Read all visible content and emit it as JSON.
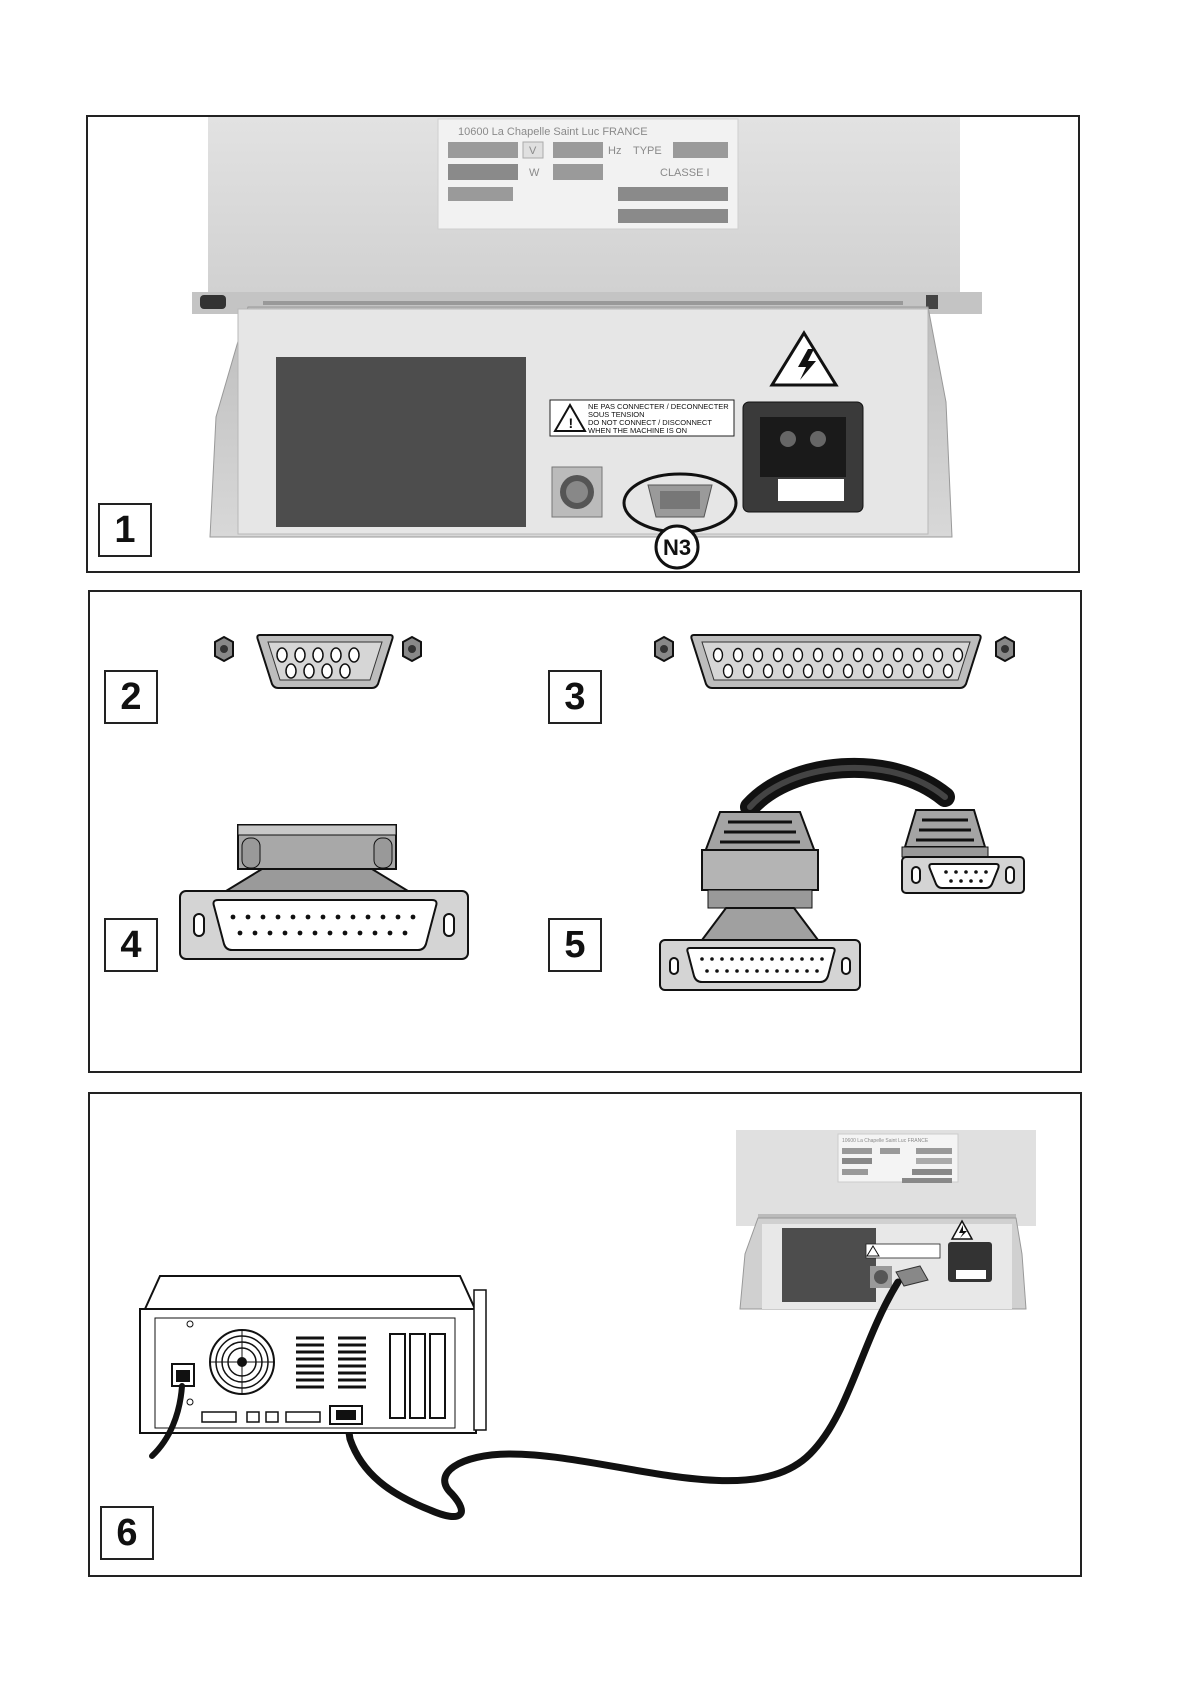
{
  "figures": [
    {
      "number": "1"
    },
    {
      "number": "2"
    },
    {
      "number": "3"
    },
    {
      "number": "4"
    },
    {
      "number": "5"
    },
    {
      "number": "6"
    }
  ],
  "panel1": {
    "plate_header": "10600 La Chapelle Saint Luc   FRANCE",
    "plate_fields": [
      "V",
      "Hz",
      "TYPE",
      "W",
      "CLASSE I"
    ],
    "warning_line1": "NE PAS CONNECTER / DECONNECTER",
    "warning_line2": "SOUS TENSION",
    "warning_line3": "DO NOT CONNECT / DISCONNECT",
    "warning_line4": "WHEN THE MACHINE IS ON",
    "connector_callout": "N3"
  },
  "panel3": {
    "plate_header": "10600 La Chapelle Saint Luc   FRANCE"
  }
}
